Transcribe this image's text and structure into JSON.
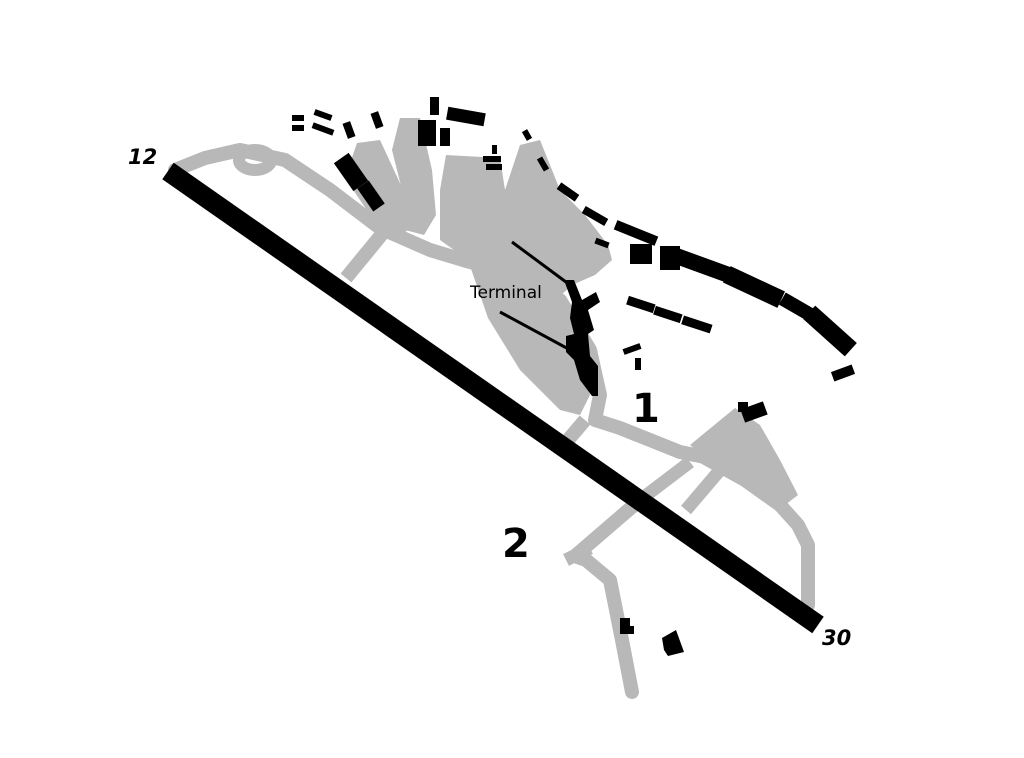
{
  "map": {
    "runway": {
      "end_a": "12",
      "end_b": "30"
    },
    "terminal_label": "Terminal",
    "area_labels": [
      "1",
      "2"
    ],
    "colors": {
      "paved": "#b8b8b8",
      "building": "#000000",
      "runway": "#000000",
      "background": "#ffffff"
    }
  }
}
